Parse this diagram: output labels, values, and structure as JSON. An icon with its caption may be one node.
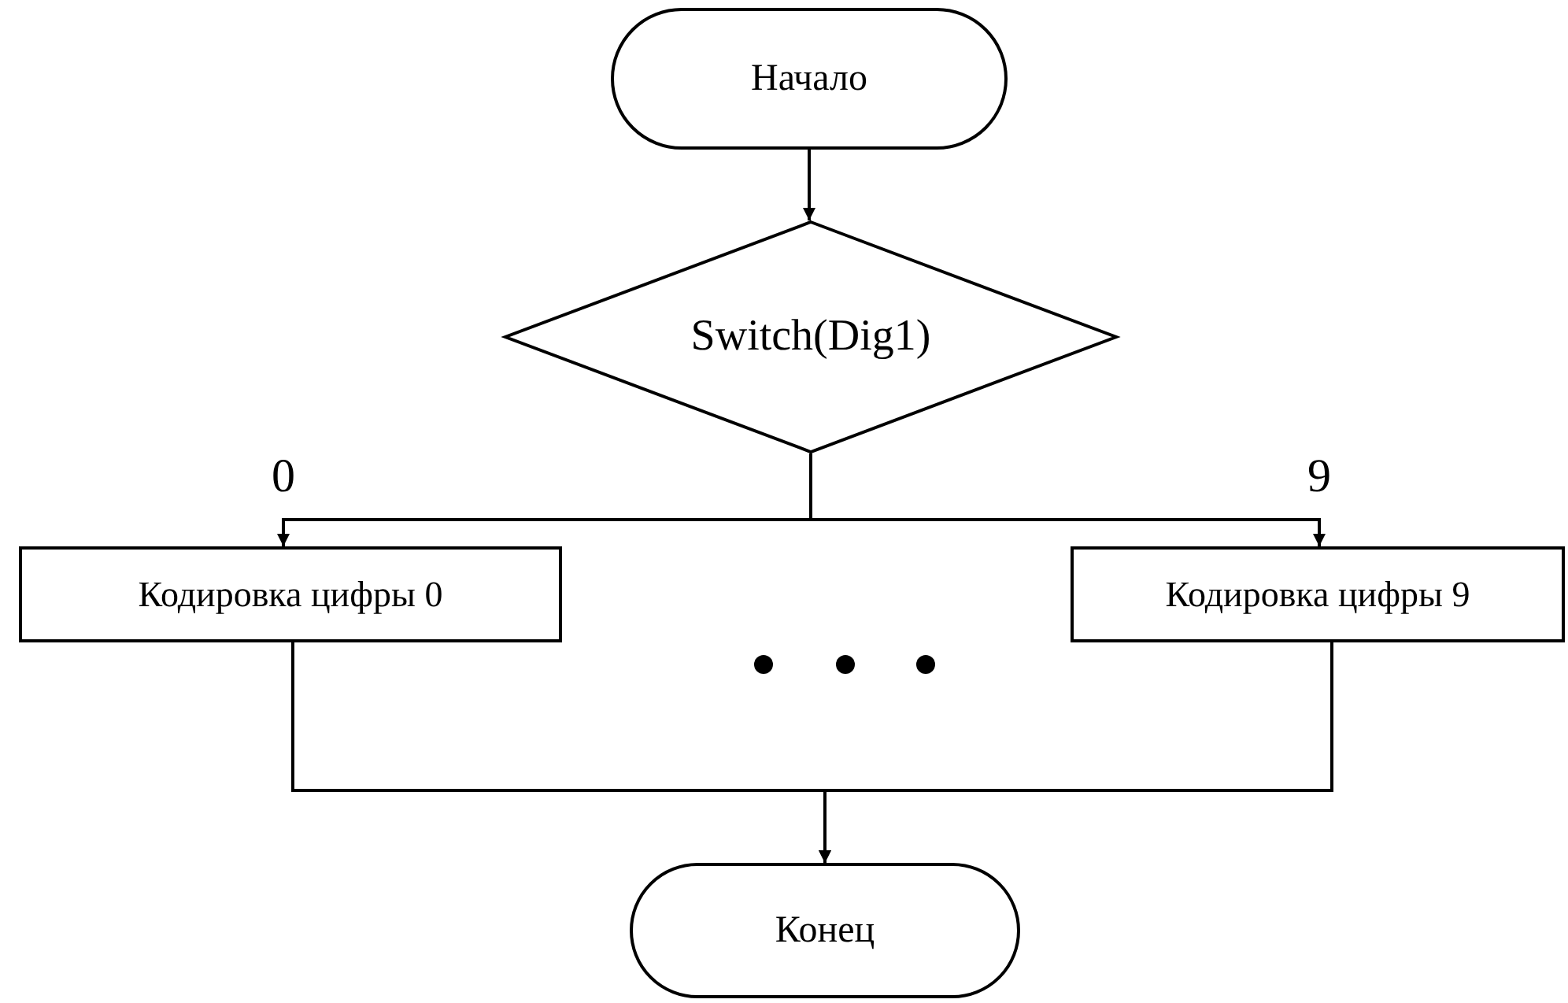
{
  "diagram": {
    "nodes": [
      {
        "text": [
          "Начало"
        ]
      },
      {
        "text": [
          "Switch(Dig1)"
        ]
      },
      {
        "text": [
          "Кодировка цифры 0"
        ]
      },
      {
        "text": [
          "Кодировка цифры 9"
        ]
      },
      {
        "text": [
          "Конец"
        ]
      }
    ],
    "edges": [
      {
        "from": 0,
        "to": 1,
        "arrow": "to"
      },
      {
        "from": 1,
        "to": 2,
        "arrow": "to",
        "label": "0"
      },
      {
        "from": 1,
        "to": 3,
        "arrow": "to",
        "label": "9"
      },
      {
        "from": 2,
        "to": 4,
        "arrow": "to"
      },
      {
        "from": 3,
        "to": 4,
        "arrow": "to"
      }
    ]
  }
}
